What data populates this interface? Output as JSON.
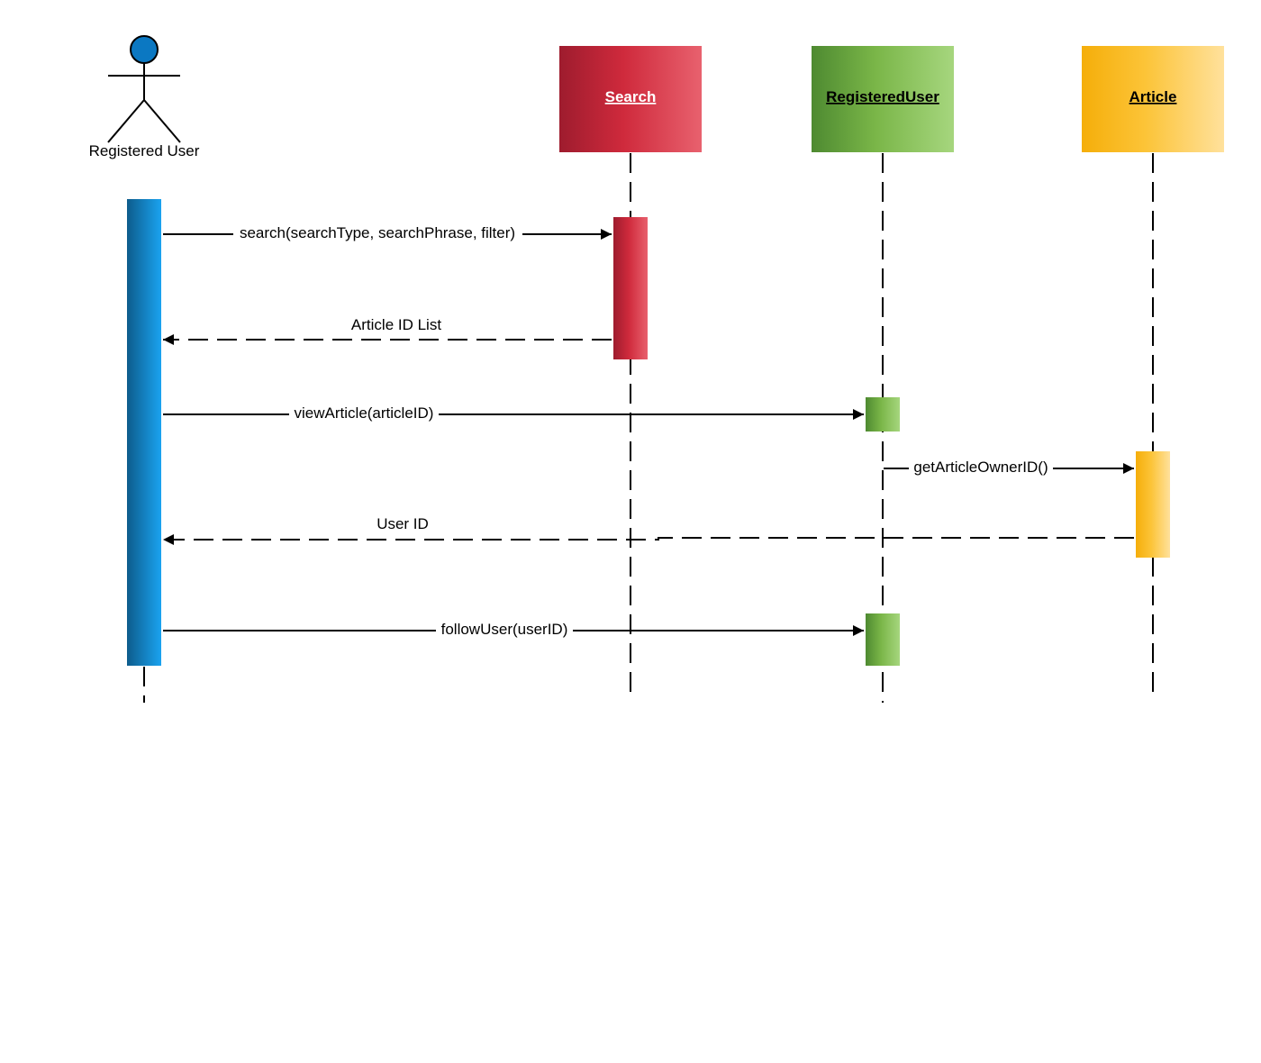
{
  "actor": {
    "label": "Registered User",
    "head_color": "#0b78c2"
  },
  "participants": [
    {
      "key": "search",
      "label": "Search",
      "color_dark": "#9e1c2e",
      "color_mid": "#cf2a3c",
      "color_light": "#e8616e",
      "text_color": "#ffffff"
    },
    {
      "key": "registered_user",
      "label": "RegisteredUser",
      "color_dark": "#4e8a31",
      "color_mid": "#7ab648",
      "color_light": "#a6d67e",
      "text_color": "#000000"
    },
    {
      "key": "article",
      "label": "Article",
      "color_dark": "#f5ae0a",
      "color_mid": "#fcc438",
      "color_light": "#ffe19c",
      "text_color": "#000000"
    }
  ],
  "activation_color": {
    "dark": "#0d5c8c",
    "light": "#1aa3f0"
  },
  "messages": [
    {
      "label": "search(searchType, searchPhrase, filter)",
      "kind": "call",
      "from": "actor",
      "to": "search"
    },
    {
      "label": "Article ID List",
      "kind": "return",
      "from": "search",
      "to": "actor"
    },
    {
      "label": "viewArticle(articleID)",
      "kind": "call",
      "from": "actor",
      "to": "registered_user"
    },
    {
      "label": "getArticleOwnerID()",
      "kind": "call",
      "from": "registered_user",
      "to": "article"
    },
    {
      "label": "User ID",
      "kind": "return",
      "from": "article",
      "to": "actor"
    },
    {
      "label": "followUser(userID)",
      "kind": "call",
      "from": "actor",
      "to": "registered_user"
    }
  ]
}
